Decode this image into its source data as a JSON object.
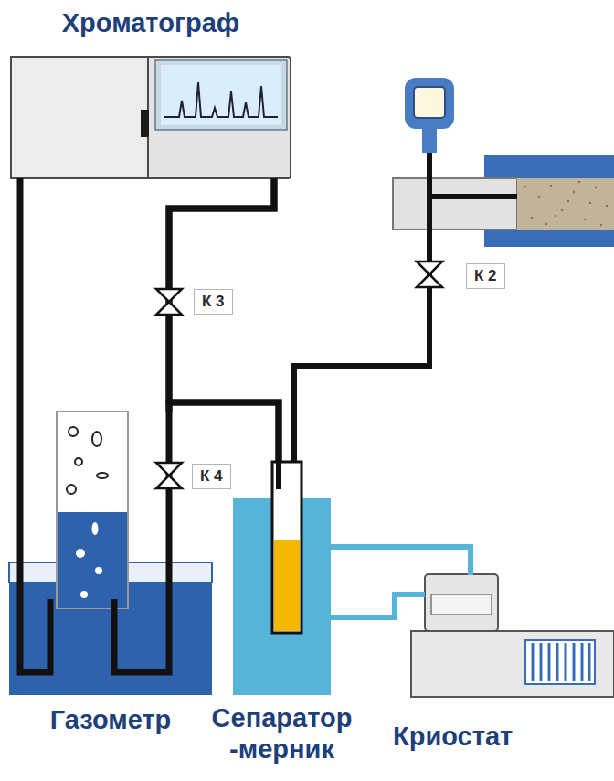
{
  "diagram": {
    "nodes": [
      {
        "text": [
          "Хроматограф"
        ]
      },
      {
        "text": [
          "Газометр"
        ]
      },
      {
        "text": [
          "Сепаратор -мерник"
        ]
      },
      {
        "text": [
          "Криостат"
        ]
      }
    ],
    "edges": [
      {
        "from": 0,
        "to": 1,
        "arrow": "none"
      },
      {
        "from": 0,
        "to": 2,
        "arrow": "none"
      },
      {
        "from": 0,
        "to": 1,
        "arrow": "none"
      },
      {
        "from": 1,
        "to": 2,
        "arrow": "none"
      },
      {
        "from": 2,
        "to": 3,
        "arrow": "none"
      },
      {
        "from": 2,
        "to": 3,
        "arrow": "none"
      }
    ],
    "labels": [
      "К 2",
      "К 3",
      "К 4"
    ]
  }
}
